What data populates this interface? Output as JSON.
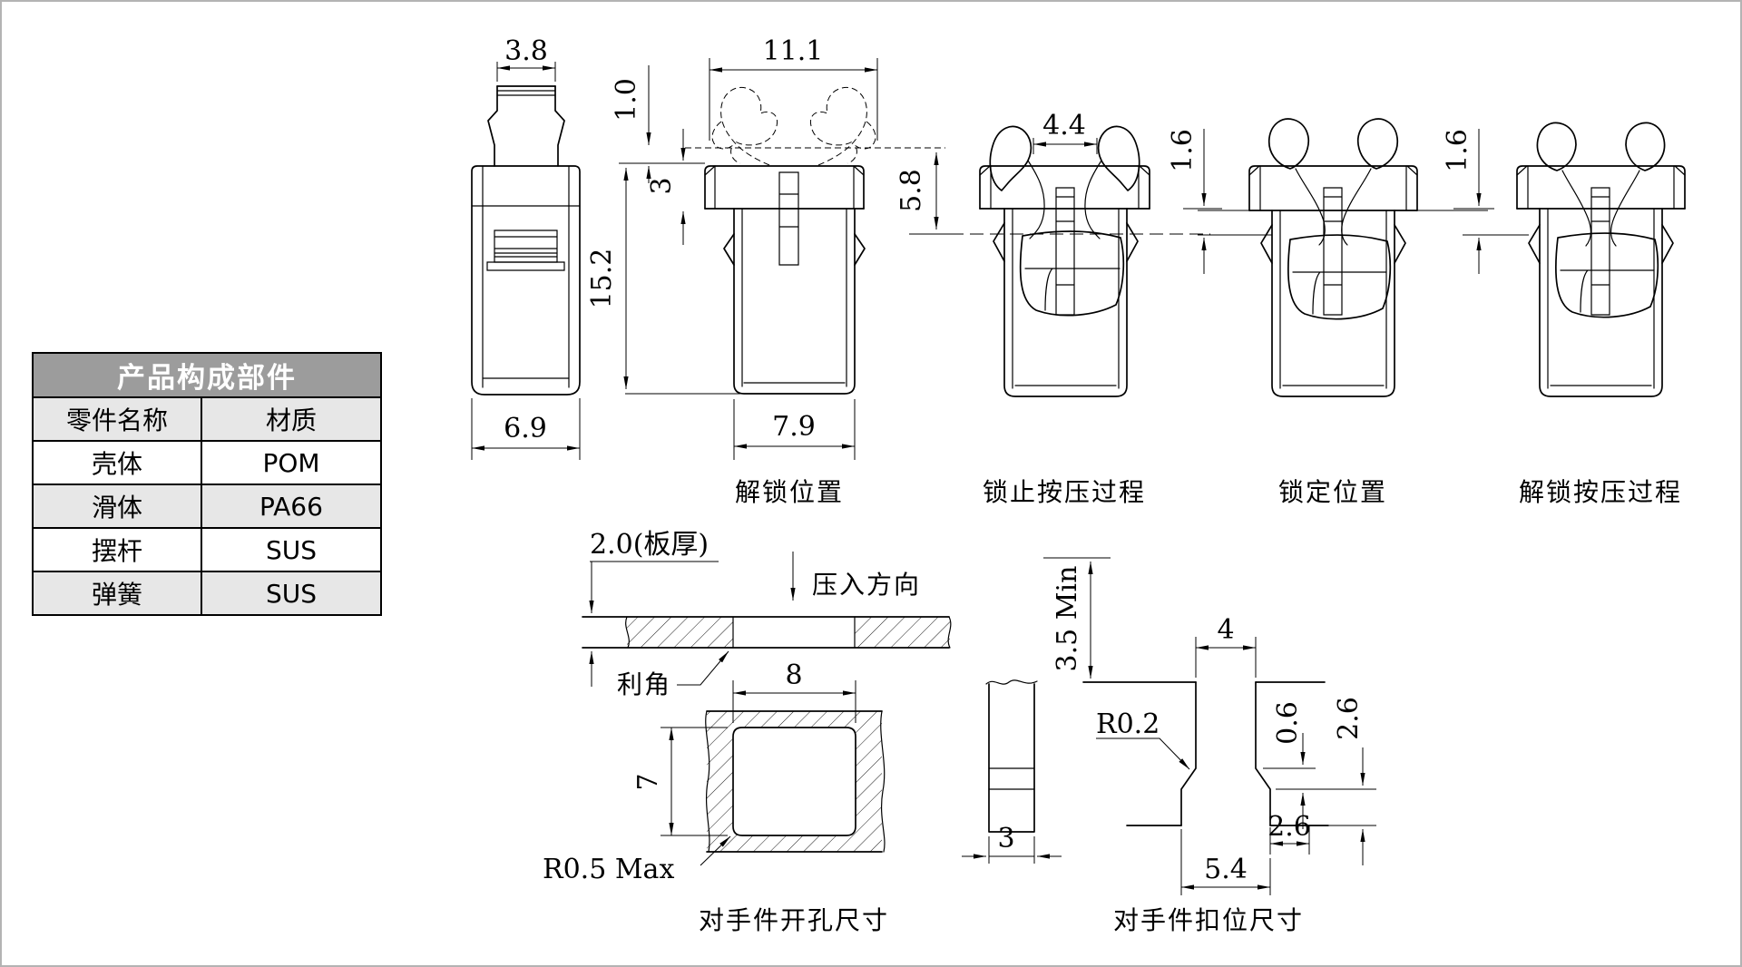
{
  "table": {
    "title": "产品构成部件",
    "columns": {
      "part": "零件名称",
      "material": "材质"
    },
    "rows": [
      {
        "part": "壳体",
        "material": "POM"
      },
      {
        "part": "滑体",
        "material": "PA66"
      },
      {
        "part": "摆杆",
        "material": "SUS"
      },
      {
        "part": "弹簧",
        "material": "SUS"
      }
    ]
  },
  "views": {
    "side": {
      "dims": {
        "knob_width": "3.8",
        "body_width": "6.9"
      }
    },
    "unlock_position": {
      "label": "解锁位置",
      "dims": {
        "wing_span": "11.1",
        "wing_gap": "1.0",
        "flange_thickness": "3",
        "overall_height": "15.2",
        "leg_width": "7.9",
        "wing_height": "5.8"
      }
    },
    "lock_press": {
      "label": "锁止按压过程",
      "dims": {
        "wing_inner_gap": "4.4"
      }
    },
    "locked": {
      "label": "锁定位置",
      "dims": {
        "panel_offset": "1.6"
      }
    },
    "unlock_press": {
      "label": "解锁按压过程",
      "dims": {
        "panel_offset": "1.6"
      }
    }
  },
  "hole_detail": {
    "label": "对手件开孔尺寸",
    "plate_thickness": "2.0(板厚)",
    "press_direction": "压入方向",
    "sharp_edge": "利角",
    "hole_width": "8",
    "hole_height": "7",
    "corner_radius": "R0.5 Max"
  },
  "catch_detail": {
    "label": "对手件扣位尺寸",
    "min_depth": "3.5 Min",
    "rib_thickness": "3",
    "slot_width": "4",
    "radius": "R0.2",
    "step_height": "0.6",
    "depth_right": "2.6",
    "width_right": "2.6",
    "opening_width": "5.4"
  },
  "colors": {
    "line": "#000000",
    "table_header_bg": "#9c9c9c",
    "table_alt_bg": "#e7e7e7",
    "border": "#b3b3b3"
  }
}
